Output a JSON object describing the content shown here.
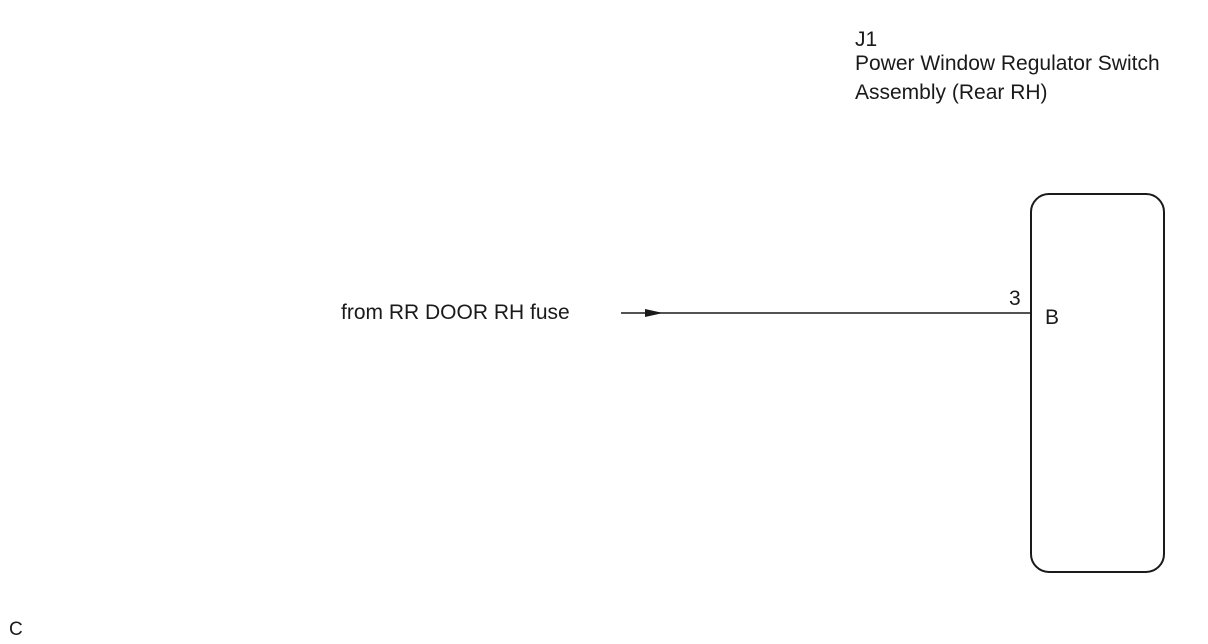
{
  "component": {
    "code": "J1",
    "name_line1": "Power Window Regulator Switch",
    "name_line2": "Assembly (Rear RH)"
  },
  "wire": {
    "source_label": "from RR DOOR RH fuse",
    "pin_number": "3",
    "pin_label": "B"
  },
  "footer": {
    "corner_code": "C"
  },
  "colors": {
    "line": "#1a1a1a",
    "background": "#ffffff"
  }
}
